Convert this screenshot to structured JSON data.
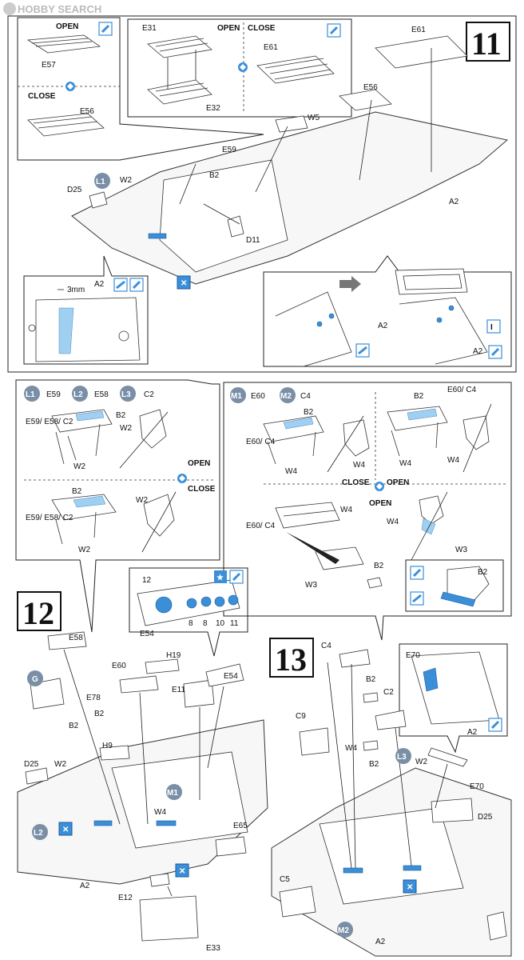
{
  "watermark": "HOBBY SEARCH",
  "steps": {
    "s11": "11",
    "s12": "12",
    "s13": "13"
  },
  "words": {
    "open": "OPEN",
    "close": "CLOSE",
    "mm3": "3mm"
  },
  "badges": {
    "L1": "L1",
    "L2": "L2",
    "L3": "L3",
    "M1": "M1",
    "M2": "M2",
    "G": "G"
  },
  "legend": {
    "l1": "E59",
    "l2": "E58",
    "l3": "C2",
    "m1": "E60",
    "m2": "C4"
  },
  "parts": {
    "E57": "E57",
    "E56": "E56",
    "E31": "E31",
    "E32": "E32",
    "E61": "E61",
    "W5": "W5",
    "E59": "E59",
    "B2": "B2",
    "D25": "D25",
    "W2": "W2",
    "D11": "D11",
    "A2": "A2",
    "W4": "W4",
    "W3": "W3",
    "E59E58C2": "E59/ E58/ C2",
    "E60C4": "E60/ C4",
    "E54": "E54",
    "E58": "E58",
    "E60": "E60",
    "H19": "H19",
    "E78": "E78",
    "E11": "E11",
    "H9": "H9",
    "E65": "E65",
    "E12": "E12",
    "E33": "E33",
    "C4": "C4",
    "C9": "C9",
    "C2": "C2",
    "E70": "E70",
    "C5": "C5"
  },
  "gauges": {
    "g12": "12",
    "g8a": "8",
    "g8b": "8",
    "g10": "10",
    "g11": "11"
  },
  "icons": [
    "paint-icon",
    "open-close-icon",
    "glue-icon",
    "decal-icon",
    "option-icon",
    "star-icon"
  ]
}
